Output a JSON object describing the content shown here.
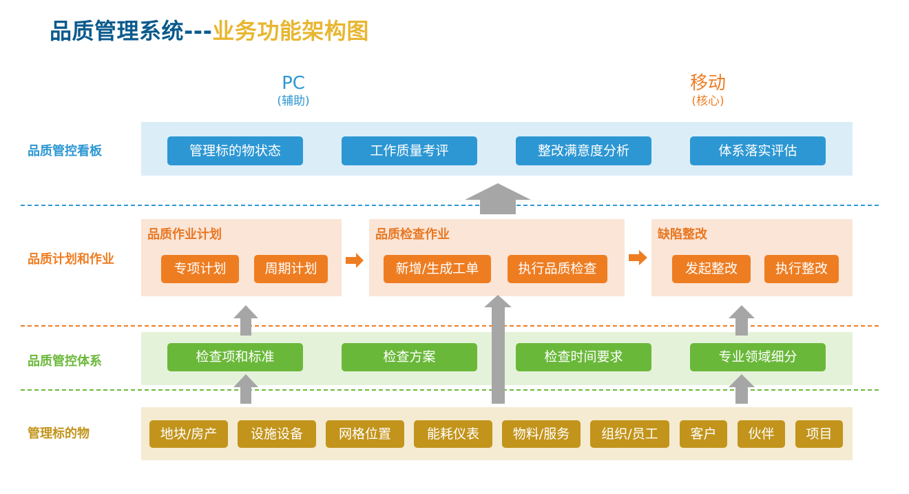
{
  "title": {
    "part1": "品质管理系统---",
    "part2": "业务功能架构图"
  },
  "columns": {
    "pc": {
      "label": "PC",
      "sub": "(辅助)"
    },
    "mobile": {
      "label": "移动",
      "sub": "(核心)"
    }
  },
  "colors": {
    "title_blue": "#0a5a8c",
    "title_gold": "#e8b631",
    "pc_blue": "#2d97d3",
    "mobile_orange": "#ee7d22",
    "dashboard_blue": "#2d97d3",
    "planning_orange": "#ee7d22",
    "system_green": "#6ab83a",
    "objects_gold": "#c2941b",
    "arrow_gray": "#a6a6a6"
  },
  "rows": {
    "dashboard": {
      "label": "品质管控看板",
      "items": [
        "管理标的物状态",
        "工作质量考评",
        "整改满意度分析",
        "体系落实评估"
      ]
    },
    "planning": {
      "label": "品质计划和作业",
      "groups": [
        {
          "title": "品质作业计划",
          "items": [
            "专项计划",
            "周期计划"
          ]
        },
        {
          "title": "品质检查作业",
          "items": [
            "新增/生成工单",
            "执行品质检查"
          ]
        },
        {
          "title": "缺陷整改",
          "items": [
            "发起整改",
            "执行整改"
          ]
        }
      ]
    },
    "system": {
      "label": "品质管控体系",
      "items": [
        "检查项和标准",
        "检查方案",
        "检查时间要求",
        "专业领域细分"
      ]
    },
    "objects": {
      "label": "管理标的物",
      "items": [
        "地块/房产",
        "设施设备",
        "网格位置",
        "能耗仪表",
        "物料/服务",
        "组织/员工",
        "客户",
        "伙伴",
        "项目"
      ]
    }
  }
}
